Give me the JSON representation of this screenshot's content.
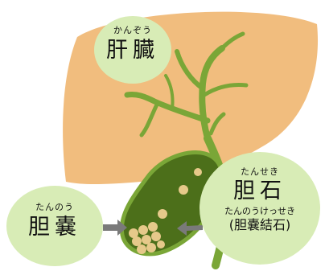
{
  "liver": {
    "reading": "かんぞう",
    "name": "肝臓"
  },
  "gallbladder": {
    "reading": "たんのう",
    "name": "胆嚢"
  },
  "gallstone": {
    "reading": "たんせき",
    "name": "胆石",
    "sub_reading": "たんのうけっせき",
    "sub_name": "(胆嚢結石)"
  },
  "colors": {
    "liver": "#f1bd7e",
    "bubble": "#d8ecb6",
    "duct": "#7aa637",
    "gallbladder": "#4c6f1a",
    "stone": "#e6c98a",
    "arrow": "#7a7a7a"
  }
}
